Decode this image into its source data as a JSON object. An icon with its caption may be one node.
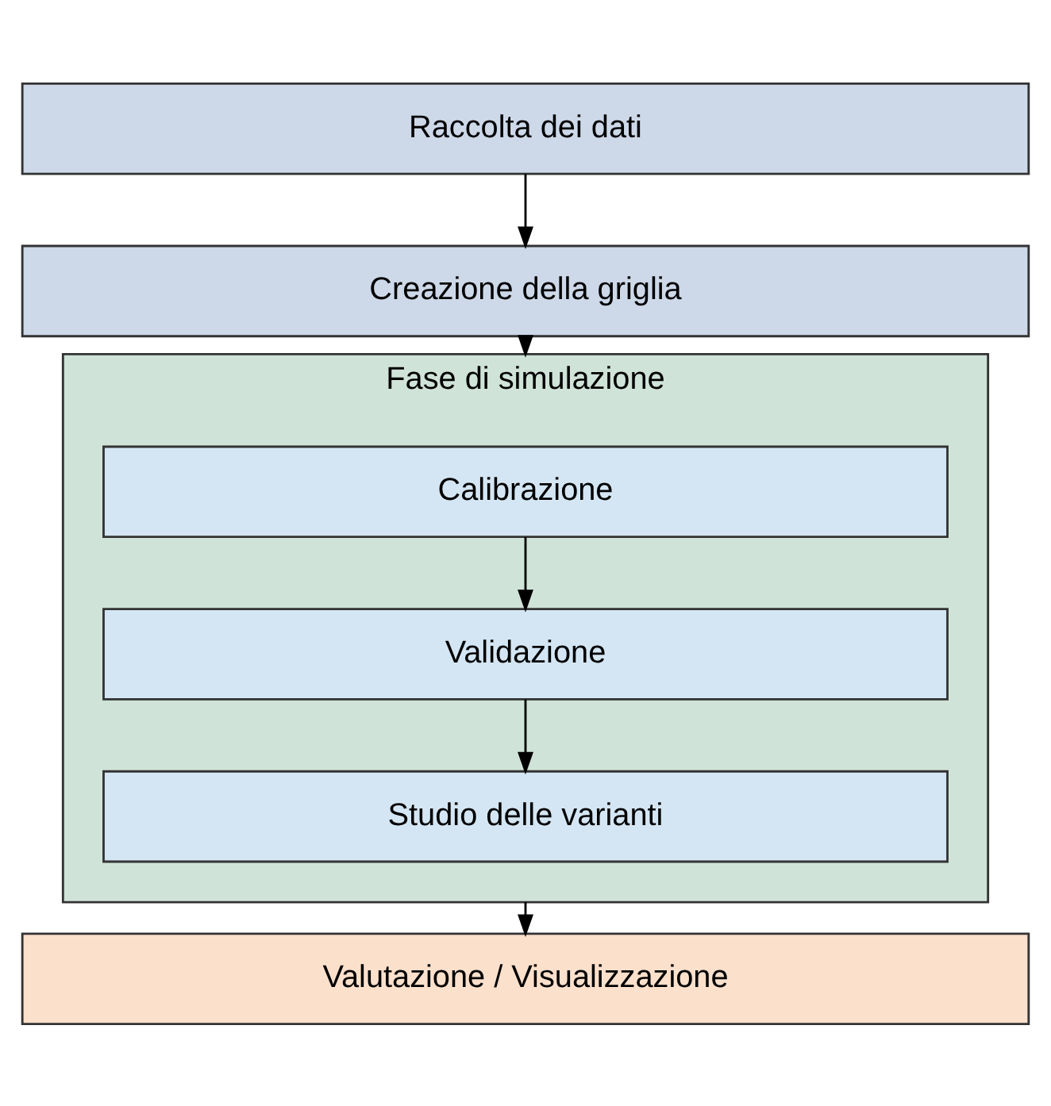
{
  "diagram": {
    "nodes": [
      {
        "text": [
          "Raccolta dei dati"
        ]
      },
      {
        "text": [
          "Creazione della griglia"
        ]
      },
      {
        "text": [
          "Fase di simulazione"
        ]
      },
      {
        "text": [
          "Calibrazione"
        ],
        "in": 2
      },
      {
        "text": [
          "Validazione"
        ],
        "in": 2
      },
      {
        "text": [
          "Studio delle varianti"
        ],
        "in": 2
      },
      {
        "text": [
          "Valutazione / Visualizzazione"
        ]
      }
    ],
    "edges": [
      {
        "from": 0,
        "to": 1,
        "arrow": "to"
      },
      {
        "from": 1,
        "to": 2,
        "arrow": "to"
      },
      {
        "from": 3,
        "to": 4,
        "arrow": "to"
      },
      {
        "from": 4,
        "to": 5,
        "arrow": "to"
      },
      {
        "from": 2,
        "to": 6,
        "arrow": "to"
      }
    ]
  }
}
